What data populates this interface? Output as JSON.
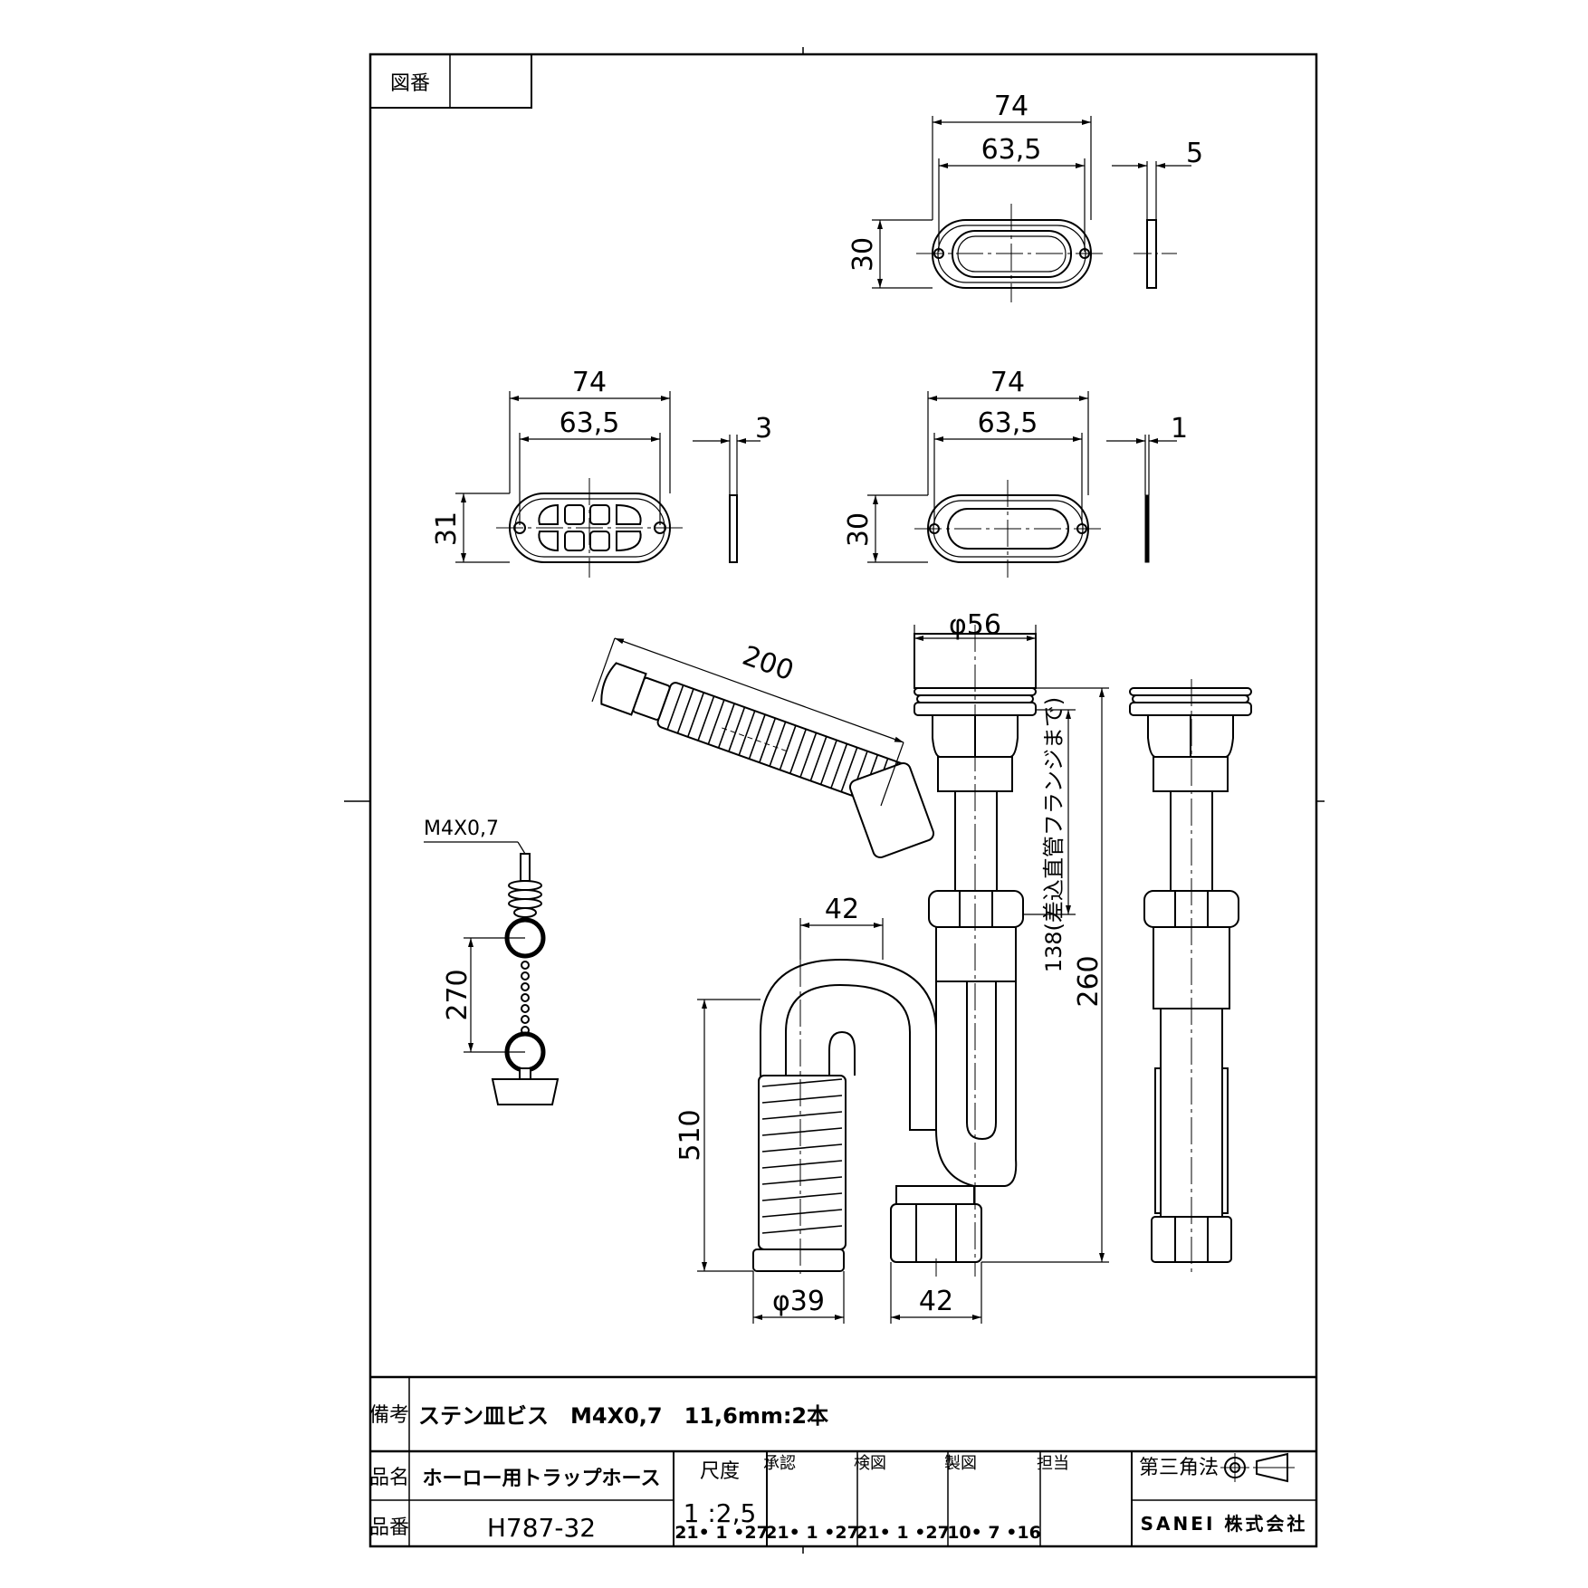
{
  "header": {
    "drawing_no_label": "図番",
    "drawing_no_value": ""
  },
  "dimensions": {
    "top_overall_width": "74",
    "top_hole_pitch": "63,5",
    "top_thickness": "5",
    "top_height": "30",
    "grate_overall_width": "74",
    "grate_hole_pitch": "63,5",
    "grate_thickness": "3",
    "grate_height": "31",
    "plate_overall_width": "74",
    "plate_hole_pitch": "63,5",
    "plate_thickness": "1",
    "plate_height": "30",
    "hose_length": "200",
    "flange_diameter": "φ56",
    "insert_pipe_length": "138(差込直管フランジまで)",
    "trap_total_height": "260",
    "trap_width": "42",
    "outlet_hose_length": "510",
    "outlet_diameter": "φ39",
    "bottom_width": "42",
    "chain_length": "270",
    "screw_spec": "M4X0,7"
  },
  "title_block": {
    "remarks_label": "備考",
    "remarks_value": "ステン皿ビス　M4X0,7　11,6mm:2本",
    "product_name_label": "品名",
    "product_name": "ホーロー用トラップホース",
    "product_no_label": "品番",
    "product_no": "H787-32",
    "scale_label": "尺度",
    "scale_value": "1 :2,5",
    "approved_label": "承認",
    "approved_date": "21• 1 •27",
    "checked_label": "検図",
    "checked_date": "21• 1 •27",
    "drawn_label": "製図",
    "drawn_date": "21• 1 •27",
    "charge_label": "担当",
    "charge_date": "10• 7 •16",
    "projection_label": "第三角法",
    "company": "SANEI 株式会社"
  }
}
